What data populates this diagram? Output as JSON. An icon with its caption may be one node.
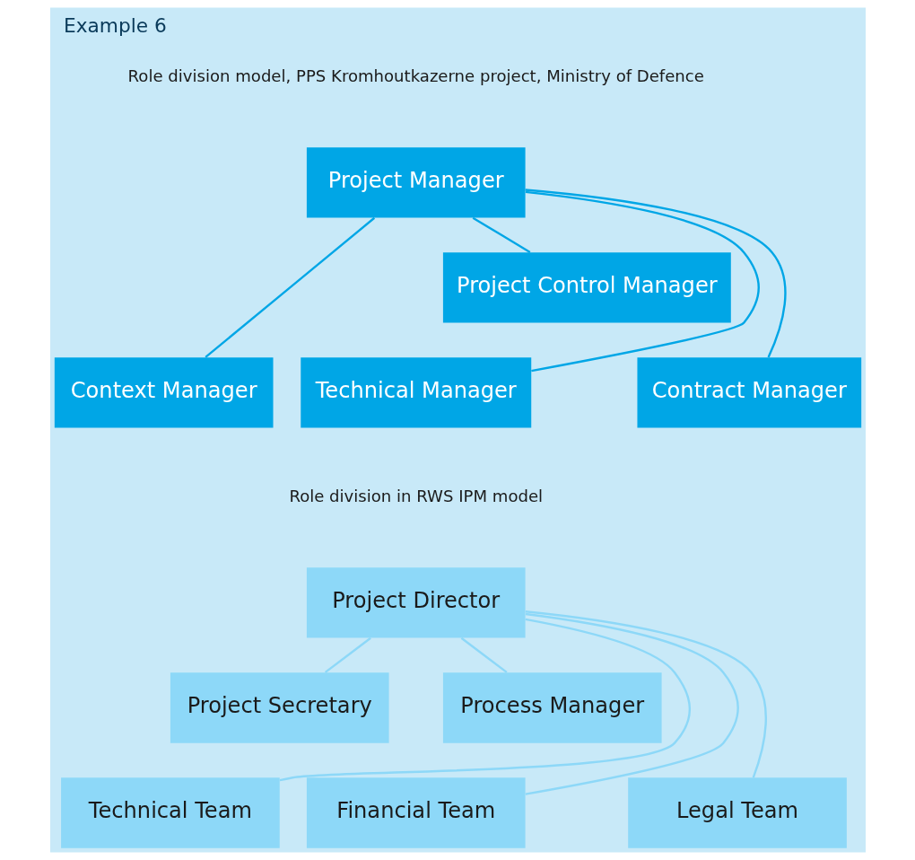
{
  "diagram": {
    "title": "Example 6",
    "nodes": [
      {
        "text": [
          "Project Manager"
        ]
      },
      {
        "text": [
          "Project Control Manager"
        ]
      },
      {
        "text": [
          "Context Manager"
        ]
      },
      {
        "text": [
          "Technical Manager"
        ]
      },
      {
        "text": [
          "Contract Manager"
        ]
      },
      {
        "text": [
          "Project Director"
        ]
      },
      {
        "text": [
          "Project Secretary"
        ]
      },
      {
        "text": [
          "Process Manager"
        ]
      },
      {
        "text": [
          "Technical Team"
        ]
      },
      {
        "text": [
          "Financial Team"
        ]
      },
      {
        "text": [
          "Legal Team"
        ]
      }
    ],
    "edges": [
      {
        "from": 0,
        "to": 1,
        "arrow": "none",
        "color": "#00a6e6"
      },
      {
        "from": 0,
        "to": 2,
        "arrow": "none",
        "color": "#00a6e6"
      },
      {
        "from": 0,
        "to": 3,
        "arrow": "none",
        "color": "#00a6e6"
      },
      {
        "from": 0,
        "to": 4,
        "arrow": "none",
        "color": "#00a6e6"
      },
      {
        "from": 5,
        "to": 6,
        "arrow": "none"
      },
      {
        "from": 5,
        "to": 7,
        "arrow": "none"
      },
      {
        "from": 5,
        "to": 8,
        "arrow": "none"
      },
      {
        "from": 5,
        "to": 9,
        "arrow": "none"
      },
      {
        "from": 5,
        "to": 10,
        "arrow": "none"
      }
    ],
    "labels": [
      "Role division model, PPS Kromhoutkazerne project, Ministry of Defence",
      "Role division in RWS IPM model"
    ]
  }
}
